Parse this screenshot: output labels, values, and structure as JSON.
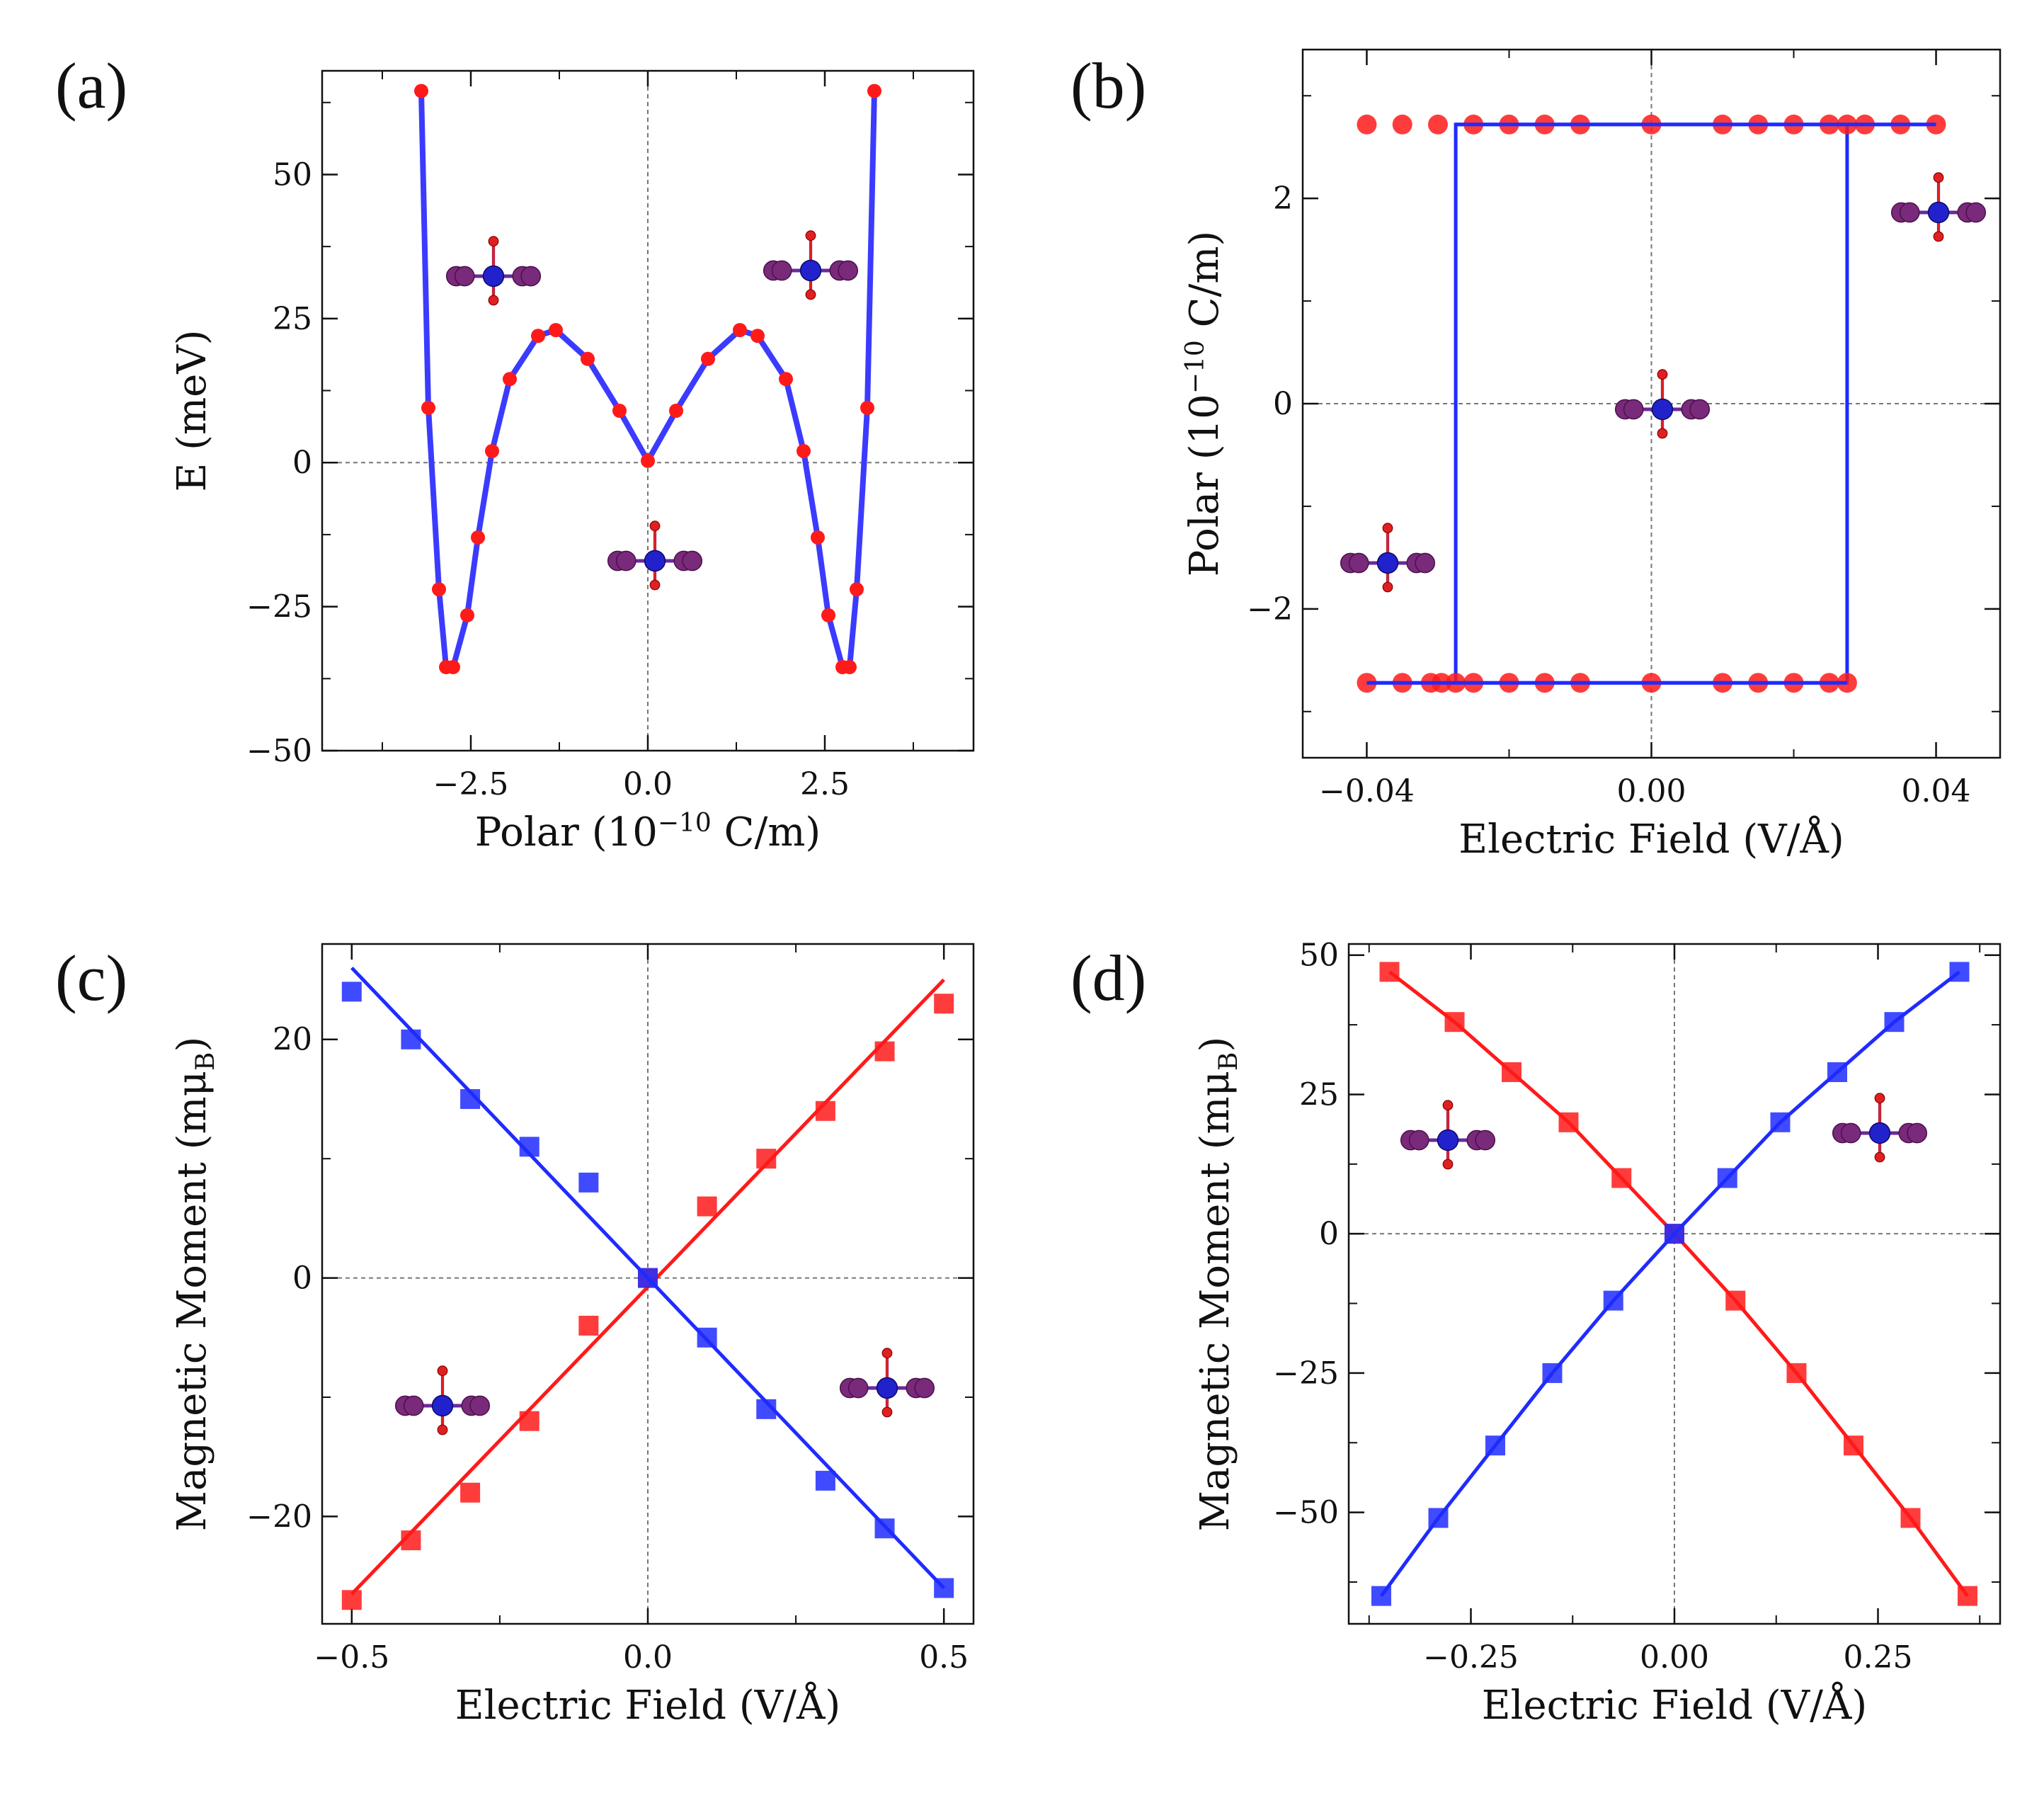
{
  "colors": {
    "red": "#ff1a1a",
    "blue": "#1f2bff",
    "line_blue": "#3b3bff",
    "atom_blue": "#2222cc",
    "atom_purple": "#7a2a7a",
    "atom_red": "#e02020"
  },
  "chart_data": [
    {
      "panel": "(a)",
      "type": "line",
      "xlabel_main": "Polar (10",
      "xlabel_exp": "−10",
      "xlabel_end": " C/m)",
      "ylabel": "E (meV)",
      "xlim": [
        -4.6,
        4.6
      ],
      "ylim": [
        -50,
        68
      ],
      "xticks": [
        -2.5,
        0.0,
        2.5
      ],
      "xtick_labels": [
        "−2.5",
        "0.0",
        "2.5"
      ],
      "yticks": [
        -50,
        -25,
        0,
        25,
        50
      ],
      "ytick_labels": [
        "−50",
        "−25",
        "0",
        "25",
        "50"
      ],
      "x": [
        -3.2,
        -3.1,
        -2.95,
        -2.85,
        -2.75,
        -2.55,
        -2.4,
        -2.2,
        -1.95,
        -1.55,
        -1.3,
        -0.85,
        -0.4,
        0.0,
        0.4,
        0.85,
        1.3,
        1.55,
        1.95,
        2.2,
        2.4,
        2.55,
        2.75,
        2.85,
        2.95,
        3.1,
        3.2
      ],
      "y": [
        64.5,
        9.5,
        -22,
        -35.5,
        -35.5,
        -26.5,
        -13,
        2,
        14.5,
        22,
        23,
        18,
        9,
        0.3,
        9,
        18,
        23,
        22,
        14.5,
        2,
        -13,
        -26.5,
        -35.5,
        -35.5,
        -22,
        9.5,
        64.5
      ],
      "grid": false
    },
    {
      "panel": "(b)",
      "type": "line",
      "xlabel": "Electric Field (V/Å)",
      "ylabel_main": "Polar (10",
      "ylabel_exp": "−10",
      "ylabel_end": " C/m)",
      "xlim": [
        -0.049,
        0.049
      ],
      "ylim": [
        -3.45,
        3.45
      ],
      "xticks": [
        -0.04,
        0.0,
        0.04
      ],
      "xtick_labels": [
        "−0.04",
        "0.00",
        "0.04"
      ],
      "yticks": [
        -2,
        0,
        2
      ],
      "ytick_labels": [
        "−2",
        "0",
        "2"
      ],
      "loop_x": [
        -0.04,
        -0.0275,
        -0.0275,
        0.04,
        0.0275,
        0.0275,
        -0.04
      ],
      "loop_y": [
        -2.72,
        -2.72,
        2.72,
        2.72,
        2.72,
        -2.72,
        -2.72
      ],
      "top_points_x": [
        -0.04,
        -0.035,
        -0.03,
        -0.025,
        -0.02,
        -0.015,
        -0.01,
        0.0,
        0.01,
        0.015,
        0.02,
        0.025,
        0.0275,
        0.03,
        0.035,
        0.04
      ],
      "top_points_y": 2.72,
      "bottom_points_x": [
        -0.04,
        -0.035,
        -0.031,
        -0.0295,
        -0.0275,
        -0.025,
        -0.02,
        -0.015,
        -0.01,
        0.0,
        0.01,
        0.015,
        0.02,
        0.025,
        0.0275
      ],
      "bottom_points_y": -2.72,
      "grid": false
    },
    {
      "panel": "(c)",
      "type": "scatter",
      "xlabel": "Electric Field (V/Å)",
      "ylabel_main": "Magnetic Moment (mμ",
      "ylabel_sub": "B",
      "ylabel_end": ")",
      "xlim": [
        -0.55,
        0.55
      ],
      "ylim": [
        -29,
        28
      ],
      "xticks": [
        -0.5,
        0.0,
        0.5
      ],
      "xtick_labels": [
        "−0.5",
        "0.0",
        "0.5"
      ],
      "yticks": [
        -20,
        0,
        20
      ],
      "ytick_labels": [
        "−20",
        "0",
        "20"
      ],
      "x": [
        -0.5,
        -0.4,
        -0.3,
        -0.2,
        -0.1,
        0.0,
        0.1,
        0.2,
        0.3,
        0.4,
        0.5
      ],
      "series": [
        {
          "color": "red",
          "values": [
            -27,
            -22,
            -18,
            -12,
            -4,
            0,
            6,
            10,
            14,
            19,
            23
          ],
          "fit": [
            [
              -0.5,
              -26.5
            ],
            [
              0.5,
              25
            ]
          ]
        },
        {
          "color": "blue",
          "values": [
            24,
            20,
            15,
            11,
            8,
            0,
            -5,
            -11,
            -17,
            -21,
            -26
          ],
          "fit": [
            [
              -0.5,
              26
            ],
            [
              0.5,
              -26
            ]
          ]
        }
      ],
      "grid": false
    },
    {
      "panel": "(d)",
      "type": "scatter",
      "xlabel": "Electric Field (V/Å)",
      "ylabel_main": "Magnetic Moment (mμ",
      "ylabel_sub": "B",
      "ylabel_end": ")",
      "xlim": [
        -0.4,
        0.4
      ],
      "ylim": [
        -70,
        52
      ],
      "xticks": [
        -0.25,
        0.0,
        0.25
      ],
      "xtick_labels": [
        "−0.25",
        "0.00",
        "0.25"
      ],
      "yticks": [
        -50,
        -25,
        0,
        25,
        50
      ],
      "ytick_labels": [
        "−50",
        "−25",
        "0",
        "25",
        "50"
      ],
      "x": [
        -0.36,
        -0.29,
        -0.22,
        -0.15,
        -0.075,
        0.0,
        0.075,
        0.15,
        0.22,
        0.29,
        0.36
      ],
      "series": [
        {
          "color": "red",
          "x": [
            -0.35,
            -0.27,
            -0.2,
            -0.13,
            -0.065,
            0.0,
            0.075,
            0.15,
            0.22,
            0.29,
            0.36
          ],
          "values": [
            47,
            38,
            29,
            20,
            10,
            0,
            -12,
            -25,
            -38,
            -51,
            -65
          ]
        },
        {
          "color": "blue",
          "x": [
            -0.36,
            -0.29,
            -0.22,
            -0.15,
            -0.075,
            0.0,
            0.065,
            0.13,
            0.2,
            0.27,
            0.35
          ],
          "values": [
            -65,
            -51,
            -38,
            -25,
            -12,
            0,
            10,
            20,
            29,
            38,
            47
          ]
        }
      ],
      "grid": false
    }
  ]
}
